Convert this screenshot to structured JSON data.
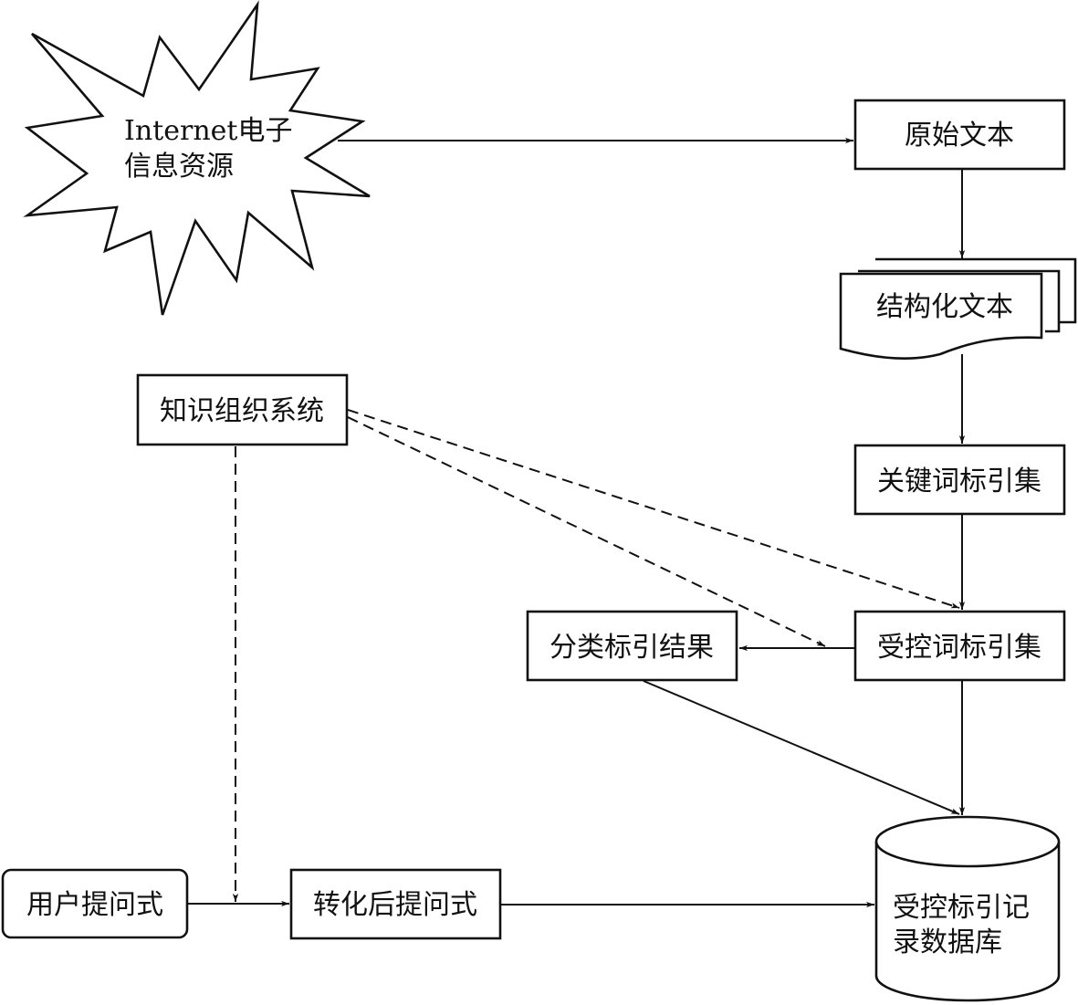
{
  "diagram": {
    "type": "flowchart",
    "nodes": {
      "internet": {
        "label_lines": [
          "Internet电子",
          "信息资源"
        ],
        "shape": "starburst"
      },
      "raw_text": {
        "label": "原始文本",
        "shape": "rectangle"
      },
      "structured_text": {
        "label": "结构化文本",
        "shape": "multi-document"
      },
      "keyword_index": {
        "label": "关键词标引集",
        "shape": "rectangle"
      },
      "controlled_index": {
        "label": "受控词标引集",
        "shape": "rectangle"
      },
      "classification_result": {
        "label": "分类标引结果",
        "shape": "rectangle"
      },
      "kos": {
        "label": "知识组织系统",
        "shape": "rectangle"
      },
      "user_query": {
        "label": "用户提问式",
        "shape": "rounded-rectangle"
      },
      "converted_query": {
        "label": "转化后提问式",
        "shape": "rectangle"
      },
      "database": {
        "label_lines": [
          "受控标引记",
          "录数据库"
        ],
        "shape": "cylinder"
      }
    },
    "edges": [
      {
        "from": "internet",
        "to": "raw_text",
        "style": "solid"
      },
      {
        "from": "raw_text",
        "to": "structured_text",
        "style": "solid"
      },
      {
        "from": "structured_text",
        "to": "keyword_index",
        "style": "solid"
      },
      {
        "from": "keyword_index",
        "to": "controlled_index",
        "style": "solid"
      },
      {
        "from": "kos",
        "to": "controlled_index",
        "style": "dashed"
      },
      {
        "from": "kos",
        "to": "controlled_to_classification_edge",
        "style": "dashed"
      },
      {
        "from": "controlled_index",
        "to": "classification_result",
        "style": "solid"
      },
      {
        "from": "classification_result",
        "to": "database",
        "style": "solid"
      },
      {
        "from": "controlled_index",
        "to": "database",
        "style": "solid"
      },
      {
        "from": "kos",
        "to": "user_to_converted_edge",
        "style": "dashed"
      },
      {
        "from": "user_query",
        "to": "converted_query",
        "style": "solid"
      },
      {
        "from": "converted_query",
        "to": "database",
        "style": "solid"
      }
    ]
  }
}
